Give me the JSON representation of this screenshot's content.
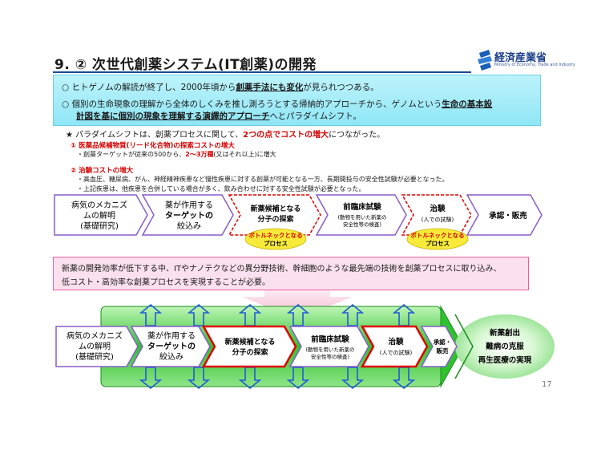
{
  "title": "9. ② 次世代創薬システム(IT創薬)の開発",
  "logo": {
    "name": "経済産業省",
    "sub": "Ministry of Economy, Trade and Industry"
  },
  "intro": {
    "line1": {
      "a": "○ ヒトゲノムの解読が終了し、2000年頃から",
      "b": "創薬手法にも変化",
      "c": "が見られつつある。"
    },
    "line2": {
      "a": "○ 個別の生命現象の理解から全体のしくみを推し測ろうとする帰納的アプローチから、ゲノムという",
      "b": "生命の基本設"
    },
    "line3": {
      "b": "計図を基に個別の現象を理解する演繹的アプローチ",
      "c": "へとパラダイムシフト。"
    }
  },
  "star": {
    "a": "★ パラダイムシフトは、創薬プロセスに関して、",
    "b": "2つの点でコストの増大",
    "c": "につながった。"
  },
  "point1": {
    "head": "① 医薬品候補物質(リード化合物)の探索コストの増大",
    "body": {
      "a": "・創薬ターゲットが従来の500から、",
      "b": "2〜3万種",
      "c": "(又はそれ以上)に増大"
    }
  },
  "point2": {
    "head": "② 治験コストの増大",
    "body1": "・高血圧、糖尿病、がん、神経精神疾患など慢性疾患に対する創薬が可能となる一方、長期間投与の安全性試験が必要となった。",
    "body2": "・上記疾患は、他疾患を合併している場合が多く、飲み合わせに対する安全性試験が必要となった。"
  },
  "flow1": {
    "s1": [
      "病気のメカニズ",
      "ムの解明",
      "(基礎研究)"
    ],
    "s2": [
      "薬が作用する",
      "ターゲットの",
      "絞込み"
    ],
    "s3": [
      "新薬候補となる",
      "分子の探索"
    ],
    "s4": [
      "前臨床試験",
      "(動物を用いた新薬の",
      "安全性等の検査)"
    ],
    "s5": [
      "治験",
      "(人での試験)"
    ],
    "s6": [
      "承認・販売"
    ],
    "bottleneck1": [
      "ボトルネックとなる",
      "プロセス"
    ],
    "bottleneck2": [
      "ボトルネックとなる",
      "プロセス"
    ]
  },
  "pink": {
    "line1": "新薬の開発効率が低下する中、ITやナノテクなどの異分野技術、幹細胞のような最先端の技術を創薬プロセスに取り込み、",
    "line2": "低コスト・高効率な創薬プロセスを実現することが必要。"
  },
  "flow2": {
    "s1": [
      "病気のメカニズ",
      "ムの解明",
      "(基礎研究)"
    ],
    "s2": [
      "薬が作用する",
      "ターゲットの",
      "絞込み"
    ],
    "s3": [
      "新薬候補となる",
      "分子の探索"
    ],
    "s4": [
      "前臨床試験",
      "(動物を用いた新薬の",
      "安全性等の検査)"
    ],
    "s5": [
      "治験",
      "(人での試験)"
    ],
    "s6": [
      "承認・",
      "販売"
    ]
  },
  "outcome": [
    "新薬創出",
    "難病の克服",
    "再生医療の実現"
  ],
  "page_number": "17",
  "colors": {
    "title_rule": "#1a4a9a",
    "cyan_box": "#8fe6f6",
    "pink_box": "#fbe0ef",
    "green_band": "#2fc22f",
    "red_border": "#e00000",
    "blue_arrow": "#1e5bd6"
  }
}
